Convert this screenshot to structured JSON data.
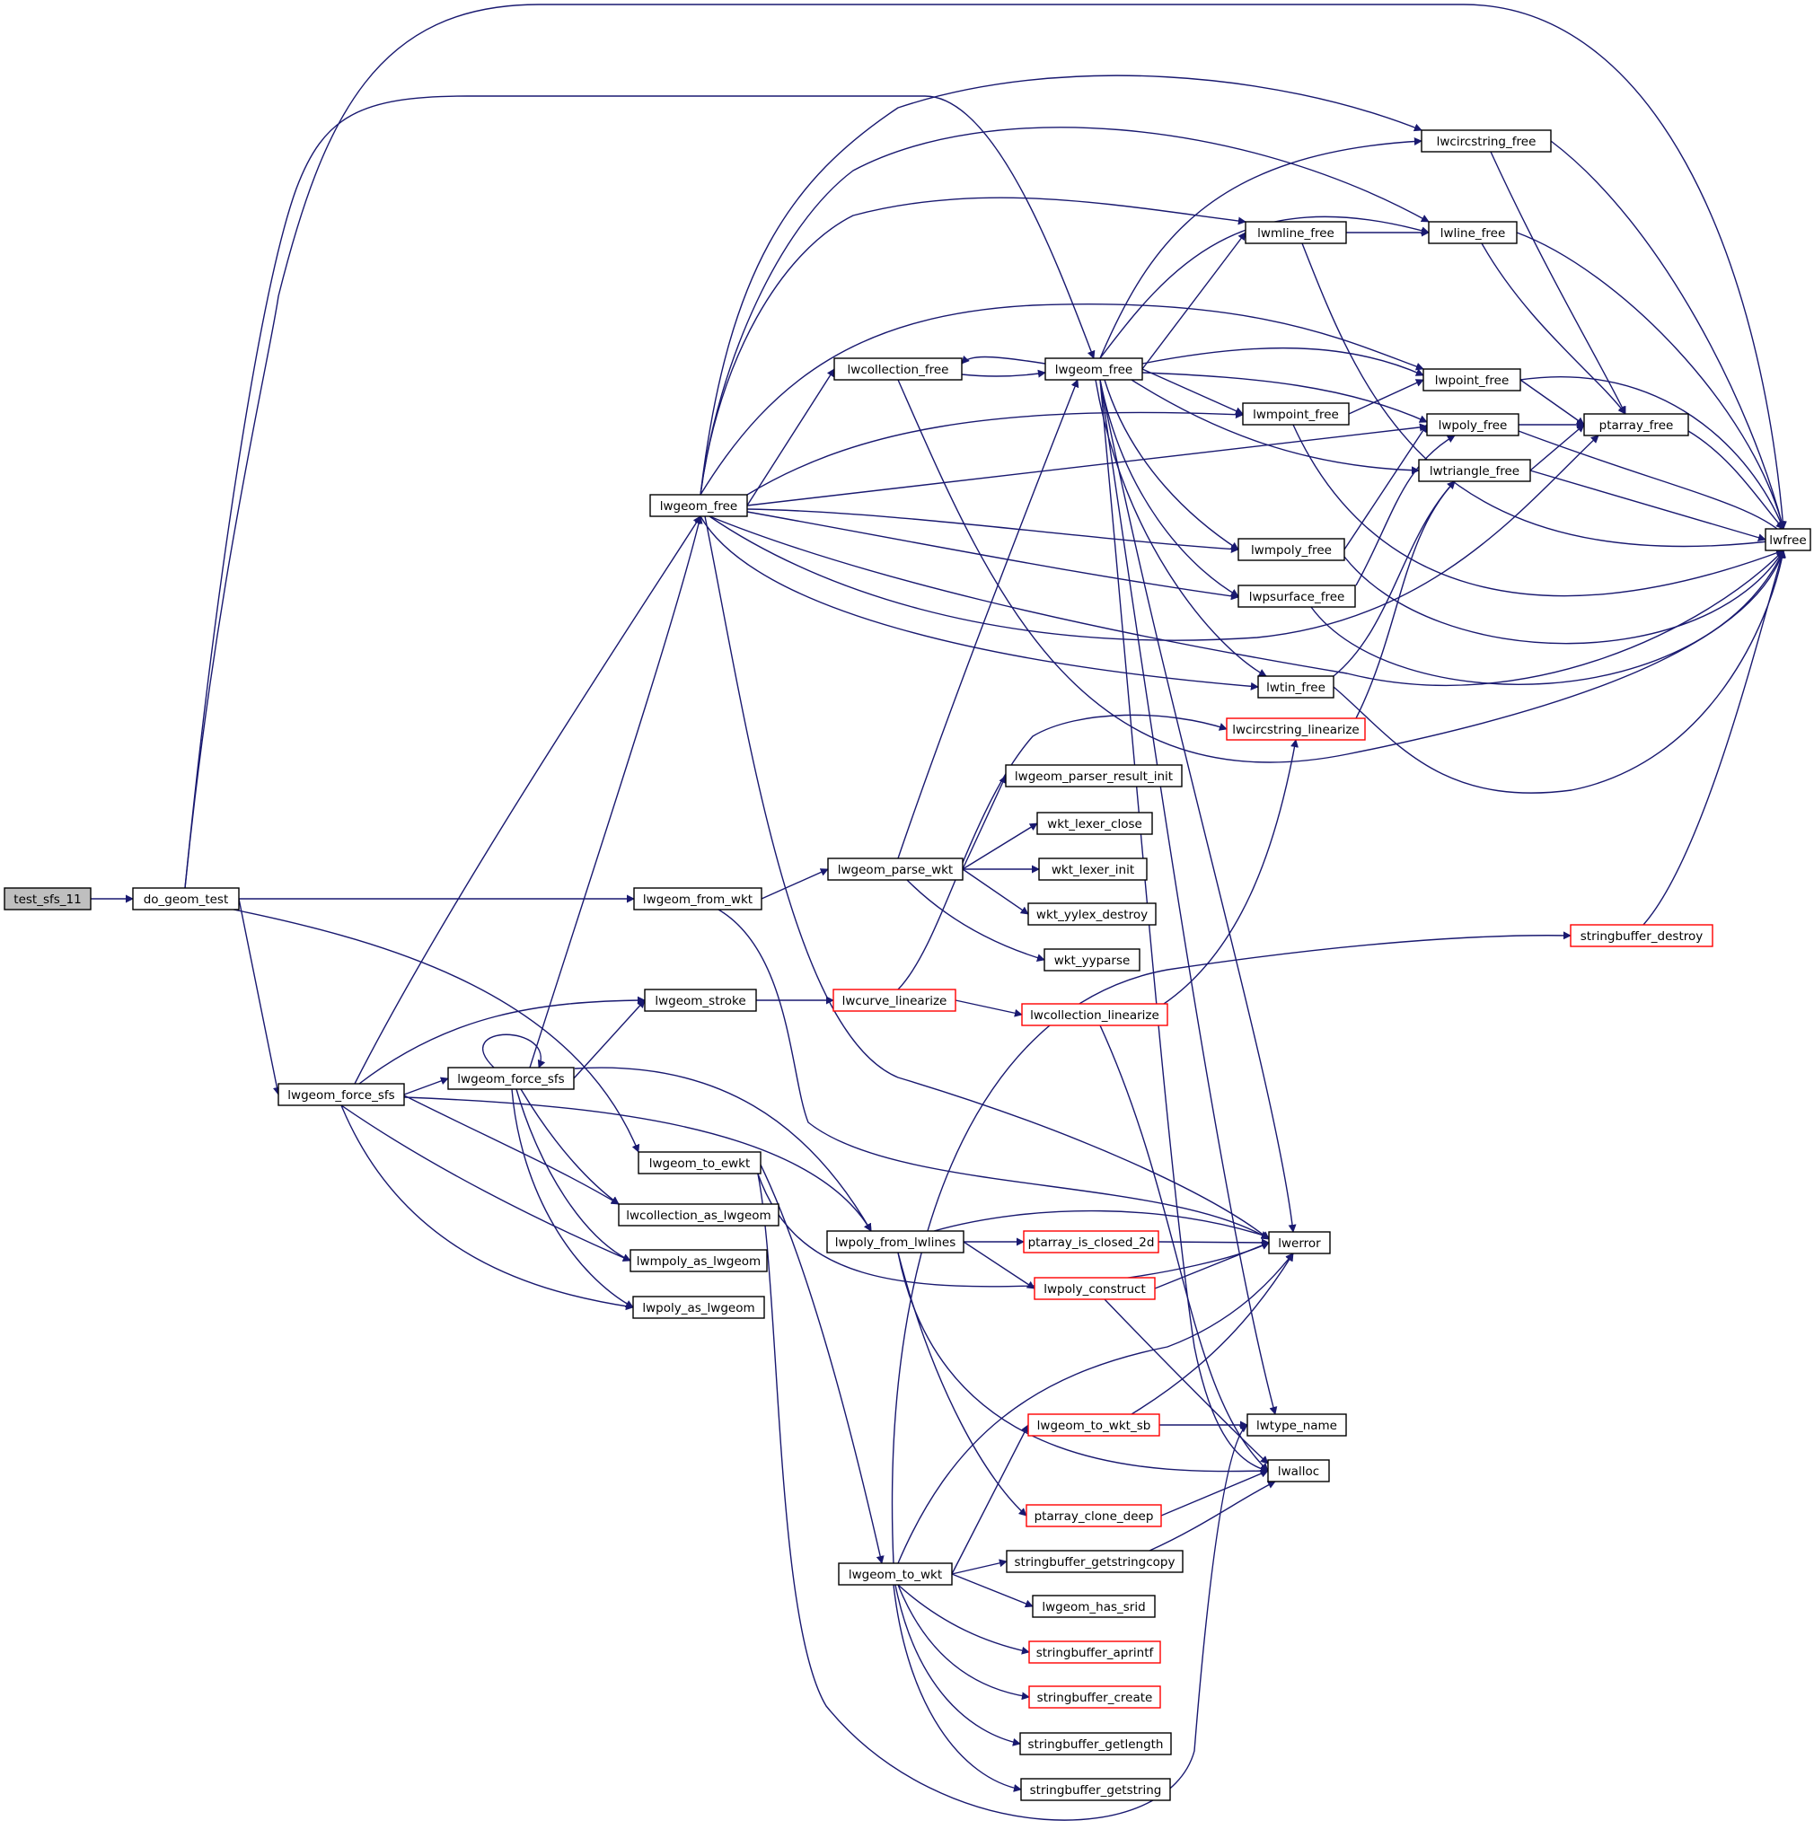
{
  "colors": {
    "edge": "#191970",
    "node_border": "#000000",
    "highlight_border": "#ff0000",
    "root_fill": "#bfbfbf"
  },
  "nodes": [
    {
      "id": "test_sfs_11",
      "label": "test_sfs_11"
    },
    {
      "id": "do_geom_test",
      "label": "do_geom_test"
    },
    {
      "id": "lwfree",
      "label": "lwfree"
    },
    {
      "id": "lwgeom_free",
      "label": "lwgeom_free"
    },
    {
      "id": "lwgeom_force_sfs",
      "label": "lwgeom_force_sfs"
    },
    {
      "id": "lwgeom_from_wkt",
      "label": "lwgeom_from_wkt"
    },
    {
      "id": "lwgeom_to_ewkt",
      "label": "lwgeom_to_ewkt"
    },
    {
      "id": "lwgeom_to_wkt",
      "label": "lwgeom_to_wkt"
    },
    {
      "id": "lwcircstring_free",
      "label": "lwcircstring_free"
    },
    {
      "id": "lwline_free",
      "label": "lwline_free"
    },
    {
      "id": "lwmline_free",
      "label": "lwmline_free"
    },
    {
      "id": "lwgeom_free2",
      "label": "lwgeom_free"
    },
    {
      "id": "lwcollection_free",
      "label": "lwcollection_free"
    },
    {
      "id": "lwpoint_free",
      "label": "lwpoint_free"
    },
    {
      "id": "lwmpoint_free",
      "label": "lwmpoint_free"
    },
    {
      "id": "lwpoly_free",
      "label": "lwpoly_free"
    },
    {
      "id": "ptarray_free",
      "label": "ptarray_free"
    },
    {
      "id": "lwtriangle_free",
      "label": "lwtriangle_free"
    },
    {
      "id": "lwmpoly_free",
      "label": "lwmpoly_free"
    },
    {
      "id": "lwpsurface_free",
      "label": "lwpsurface_free"
    },
    {
      "id": "lwtin_free",
      "label": "lwtin_free"
    },
    {
      "id": "lwcircstring_linearize",
      "label": "lwcircstring_linearize",
      "highlight": true
    },
    {
      "id": "lwgeom_parser_result_init",
      "label": "lwgeom_parser_result_init"
    },
    {
      "id": "wkt_lexer_close",
      "label": "wkt_lexer_close"
    },
    {
      "id": "lwgeom_parse_wkt",
      "label": "lwgeom_parse_wkt"
    },
    {
      "id": "wkt_lexer_init",
      "label": "wkt_lexer_init"
    },
    {
      "id": "wkt_yylex_destroy",
      "label": "wkt_yylex_destroy"
    },
    {
      "id": "wkt_yyparse",
      "label": "wkt_yyparse"
    },
    {
      "id": "stringbuffer_destroy",
      "label": "stringbuffer_destroy",
      "highlight": true
    },
    {
      "id": "lwgeom_stroke",
      "label": "lwgeom_stroke"
    },
    {
      "id": "lwcurve_linearize",
      "label": "lwcurve_linearize",
      "highlight": true
    },
    {
      "id": "lwcollection_linearize",
      "label": "lwcollection_linearize",
      "highlight": true
    },
    {
      "id": "lwgeom_force_sfs2",
      "label": "lwgeom_force_sfs"
    },
    {
      "id": "lwcollection_as_lwgeom",
      "label": "lwcollection_as_lwgeom"
    },
    {
      "id": "lwpoly_from_lwlines",
      "label": "lwpoly_from_lwlines"
    },
    {
      "id": "ptarray_is_closed_2d",
      "label": "ptarray_is_closed_2d",
      "highlight": true
    },
    {
      "id": "lwerror",
      "label": "lwerror"
    },
    {
      "id": "lwmpoly_as_lwgeom",
      "label": "lwmpoly_as_lwgeom"
    },
    {
      "id": "lwpoly_construct",
      "label": "lwpoly_construct",
      "highlight": true
    },
    {
      "id": "lwpoly_as_lwgeom",
      "label": "lwpoly_as_lwgeom"
    },
    {
      "id": "lwgeom_to_wkt_sb",
      "label": "lwgeom_to_wkt_sb",
      "highlight": true
    },
    {
      "id": "lwtype_name",
      "label": "lwtype_name"
    },
    {
      "id": "lwalloc",
      "label": "lwalloc"
    },
    {
      "id": "ptarray_clone_deep",
      "label": "ptarray_clone_deep",
      "highlight": true
    },
    {
      "id": "stringbuffer_getstringcopy",
      "label": "stringbuffer_getstringcopy"
    },
    {
      "id": "lwgeom_has_srid",
      "label": "lwgeom_has_srid"
    },
    {
      "id": "stringbuffer_aprintf",
      "label": "stringbuffer_aprintf",
      "highlight": true
    },
    {
      "id": "stringbuffer_create",
      "label": "stringbuffer_create",
      "highlight": true
    },
    {
      "id": "stringbuffer_getlength",
      "label": "stringbuffer_getlength"
    },
    {
      "id": "stringbuffer_getstring",
      "label": "stringbuffer_getstring"
    }
  ]
}
